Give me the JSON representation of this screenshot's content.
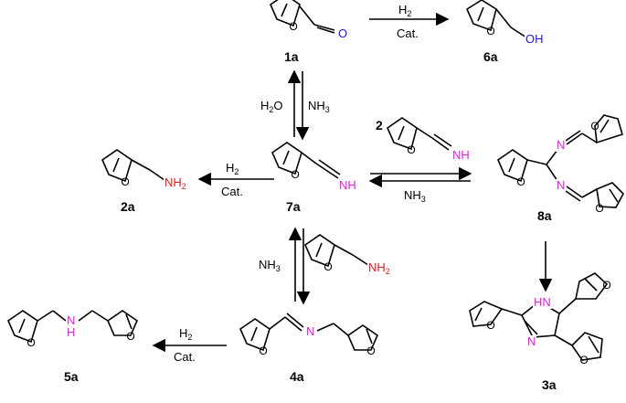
{
  "colors": {
    "oxygen": "#1a1ad6",
    "nitrogen_magenta": "#e61ee6",
    "nitrogen_red": "#e01b1b",
    "bond": "#000000"
  },
  "compounds": {
    "c1a": {
      "label": "1a",
      "atom": "O"
    },
    "c6a": {
      "label": "6a",
      "atom": "OH"
    },
    "c7a": {
      "label": "7a",
      "atom": "NH"
    },
    "c2a": {
      "label": "2a",
      "atom": "NH",
      "sub": "2"
    },
    "c8a": {
      "label": "8a",
      "atom1": "N",
      "atom2": "N"
    },
    "c3a": {
      "label": "3a",
      "atom1": "HN",
      "atom2": "N"
    },
    "c4a": {
      "label": "4a",
      "atom": "N"
    },
    "c5a": {
      "label": "5a",
      "atom_n": "N",
      "atom_h": "H"
    },
    "reagent2": {
      "label": "2",
      "atom": "NH"
    },
    "reagent_amine": {
      "atom": "NH",
      "sub": "2"
    }
  },
  "conditions": {
    "h2": "H",
    "h2_sub": "2",
    "cat": "Cat.",
    "h2o_label": "H",
    "h2o_sub": "2",
    "h2o_o": "O",
    "nh3": "NH",
    "nh3_sub": "3"
  }
}
